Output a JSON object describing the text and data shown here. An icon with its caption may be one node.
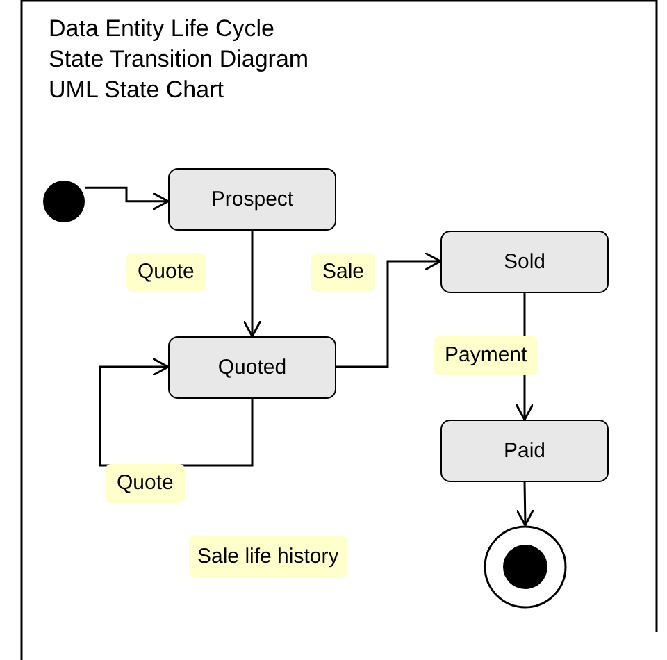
{
  "diagram": {
    "title": "Data Entity Life Cycle",
    "nodes": [
      {
        "text": [],
        "shape": "circle"
      },
      {
        "text": [
          "Prospect"
        ]
      },
      {
        "text": [
          "Quoted"
        ]
      },
      {
        "text": [
          "Sold"
        ]
      },
      {
        "text": [
          "Paid"
        ]
      },
      {
        "text": [],
        "shape": "circle"
      }
    ],
    "edges": [
      {
        "from": 0,
        "to": 1,
        "arrow": "to"
      },
      {
        "from": 1,
        "to": 2,
        "arrow": "to",
        "label": "Quote"
      },
      {
        "from": 2,
        "to": 3,
        "arrow": "to",
        "label": "Sale"
      },
      {
        "from": 2,
        "to": 2,
        "arrow": "to",
        "label": "Quote"
      },
      {
        "from": 3,
        "to": 4,
        "arrow": "to",
        "label": "Payment"
      },
      {
        "from": 4,
        "to": 5,
        "arrow": "to"
      }
    ],
    "labels": [
      "State Transition Diagram",
      "UML State Chart",
      "Sale life history"
    ]
  }
}
